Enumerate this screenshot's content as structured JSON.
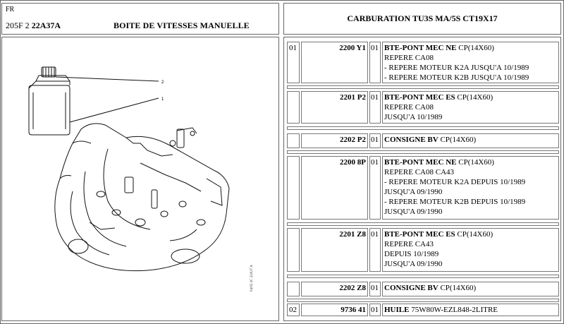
{
  "header": {
    "country": "FR",
    "model_prefix": "205F 2 ",
    "model_code": "22A37A",
    "section": "BOITE DE VITESSES MANUELLE",
    "title": "CARBURATION TU3S MA/5S CT19X17"
  },
  "illustration": {
    "callouts": [
      "2",
      "1"
    ],
    "reference": "04/92 2C 22A37 A"
  },
  "parts": [
    {
      "item": "01",
      "ref": "2200 Y1",
      "qty": "01",
      "name": "BTE-PONT MEC NE",
      "spec": "CP(14X60)",
      "notes": [
        "REPERE CA08",
        "- REPERE MOTEUR K2A JUSQU'A 10/1989",
        "- REPERE MOTEUR K2B JUSQU'A 10/1989"
      ]
    },
    {
      "item": "",
      "ref": "2201 P2",
      "qty": "01",
      "name": "BTE-PONT MEC ES",
      "spec": "CP(14X60)",
      "notes": [
        "REPERE CA08",
        "JUSQU'A 10/1989"
      ]
    },
    {
      "item": "",
      "ref": "2202 P2",
      "qty": "01",
      "name": "CONSIGNE BV",
      "spec": "CP(14X60)",
      "notes": []
    },
    {
      "item": "",
      "ref": "2200 8P",
      "qty": "01",
      "name": "BTE-PONT MEC NE",
      "spec": "CP(14X60)",
      "notes": [
        "REPERE CA08 CA43",
        "- REPERE MOTEUR K2A DEPUIS 10/1989",
        "JUSQU'A 09/1990",
        "- REPERE MOTEUR K2B DEPUIS 10/1989",
        "JUSQU'A 09/1990"
      ]
    },
    {
      "item": "",
      "ref": "2201 Z8",
      "qty": "01",
      "name": "BTE-PONT MEC ES",
      "spec": "CP(14X60)",
      "notes": [
        "REPERE CA43",
        "DEPUIS 10/1989",
        "JUSQU'A 09/1990"
      ]
    },
    {
      "item": "",
      "ref": "2202 Z8",
      "qty": "01",
      "name": "CONSIGNE BV",
      "spec": "CP(14X60)",
      "notes": []
    },
    {
      "item": "02",
      "ref": "9736 41",
      "qty": "01",
      "name": "HUILE",
      "spec": "75W80W-EZL848-2LITRE",
      "notes": []
    }
  ]
}
